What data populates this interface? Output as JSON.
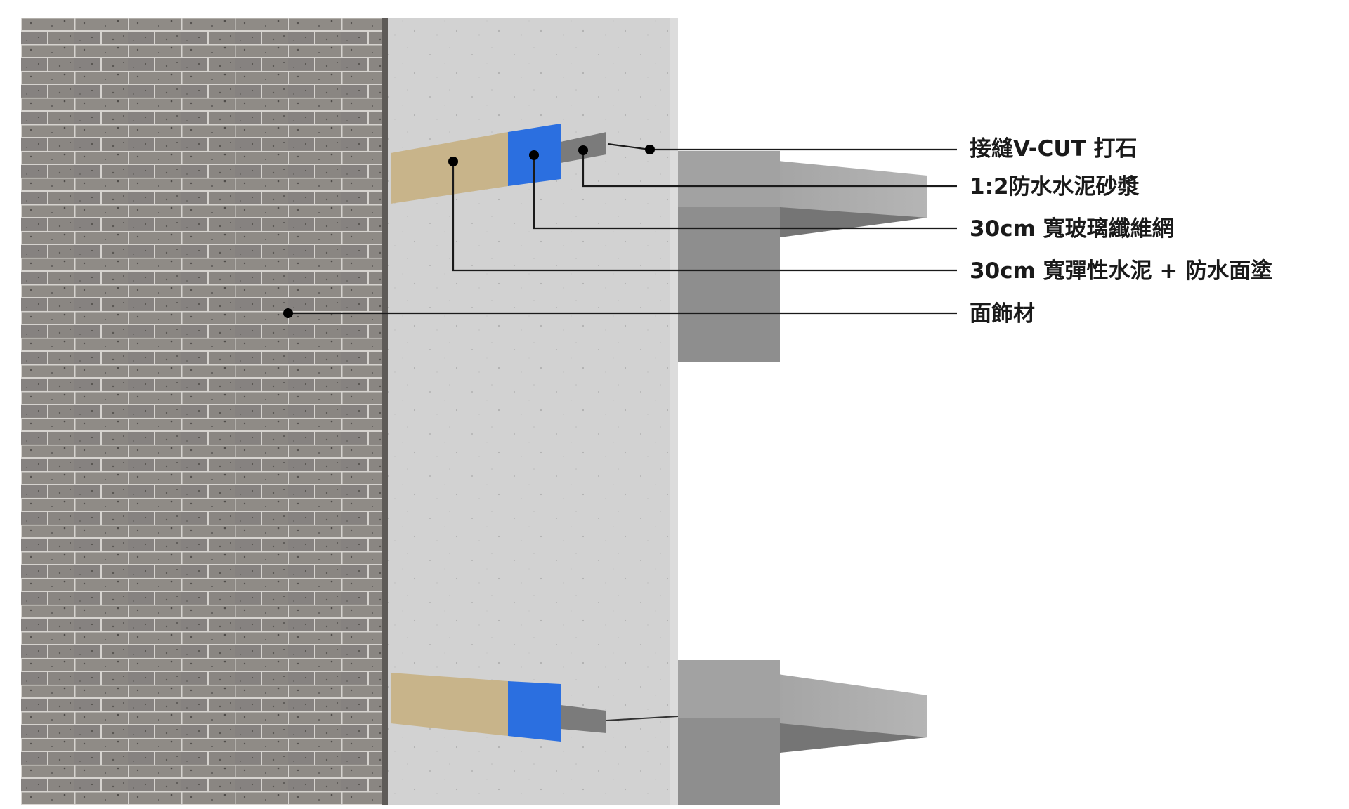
{
  "callouts": [
    {
      "id": "v-cut",
      "label": "接縫V-CUT 打石"
    },
    {
      "id": "mortar",
      "label": "1:2防水水泥砂漿"
    },
    {
      "id": "mesh",
      "label": "30cm 寬玻璃纖維網"
    },
    {
      "id": "coating",
      "label": "30cm 寬彈性水泥 + 防水面塗"
    },
    {
      "id": "finish",
      "label": "面飾材"
    }
  ],
  "colors": {
    "brick": "#8c8884",
    "brick_joint": "#d9d7d3",
    "concrete": "#d2d2d2",
    "slab_side": "#8a8a8a",
    "slab_top": "#6f6f6f",
    "elastic_cement": "#c8b48a",
    "fiber_mesh": "#2b6fe0",
    "mortar": "#7b7b7b",
    "leader": "#1a1a1a"
  }
}
